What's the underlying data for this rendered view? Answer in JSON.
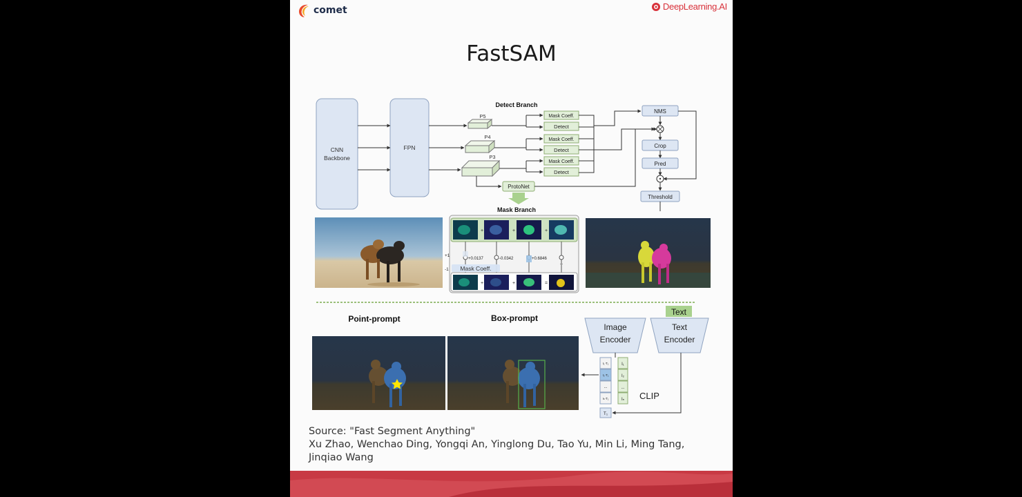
{
  "brand": {
    "left_logo": "comet",
    "right_logo": "DeepLearning.AI",
    "accent": "#d8313a"
  },
  "slide": {
    "title": "FastSAM"
  },
  "diagram": {
    "backbone": [
      "CNN",
      "Backbone"
    ],
    "fpn": "FPN",
    "detect_branch": "Detect Branch",
    "levels": [
      "P5",
      "P4",
      "P3"
    ],
    "mask_coeff": "Mask Coeff.",
    "detect": "Detect",
    "nms": "NMS",
    "crop": "Crop",
    "pred": "Pred",
    "threshold": "Threshold",
    "protonet": "ProtoNet",
    "mask_branch": "Mask Branch",
    "coeffs": [
      "+0.0137",
      "-0.0342",
      "+0.6846",
      "..."
    ],
    "axis_top": "+1",
    "axis_bottom": "-1",
    "mask_coeff_overlay": "Mask Coeff.",
    "point_prompt": "Point-prompt",
    "box_prompt": "Box-prompt",
    "image_encoder": [
      "Image",
      "Encoder"
    ],
    "text_encoder": [
      "Text",
      "Encoder"
    ],
    "text_box": "Text",
    "clip": "CLIP",
    "image_tokens": [
      "I₁·T₁",
      "I₂·T₁",
      "...",
      "Iₙ·T₁"
    ],
    "feature_tokens": [
      "I₁",
      "I₂",
      "...",
      "Iₙ"
    ],
    "text_token": "T₁",
    "colors": {
      "box_blue": "#dde6f3",
      "box_green": "#e2efd9",
      "green_border": "#8fae73",
      "blue_border": "#8fa3c0"
    }
  },
  "source": {
    "line1": "Source: \"Fast Segment Anything\"",
    "line2": "Xu Zhao, Wenchao Ding, Yongqi An, Yinglong Du, Tao Yu, Min Li, Ming Tang,",
    "line3": "Jinqiao Wang"
  }
}
